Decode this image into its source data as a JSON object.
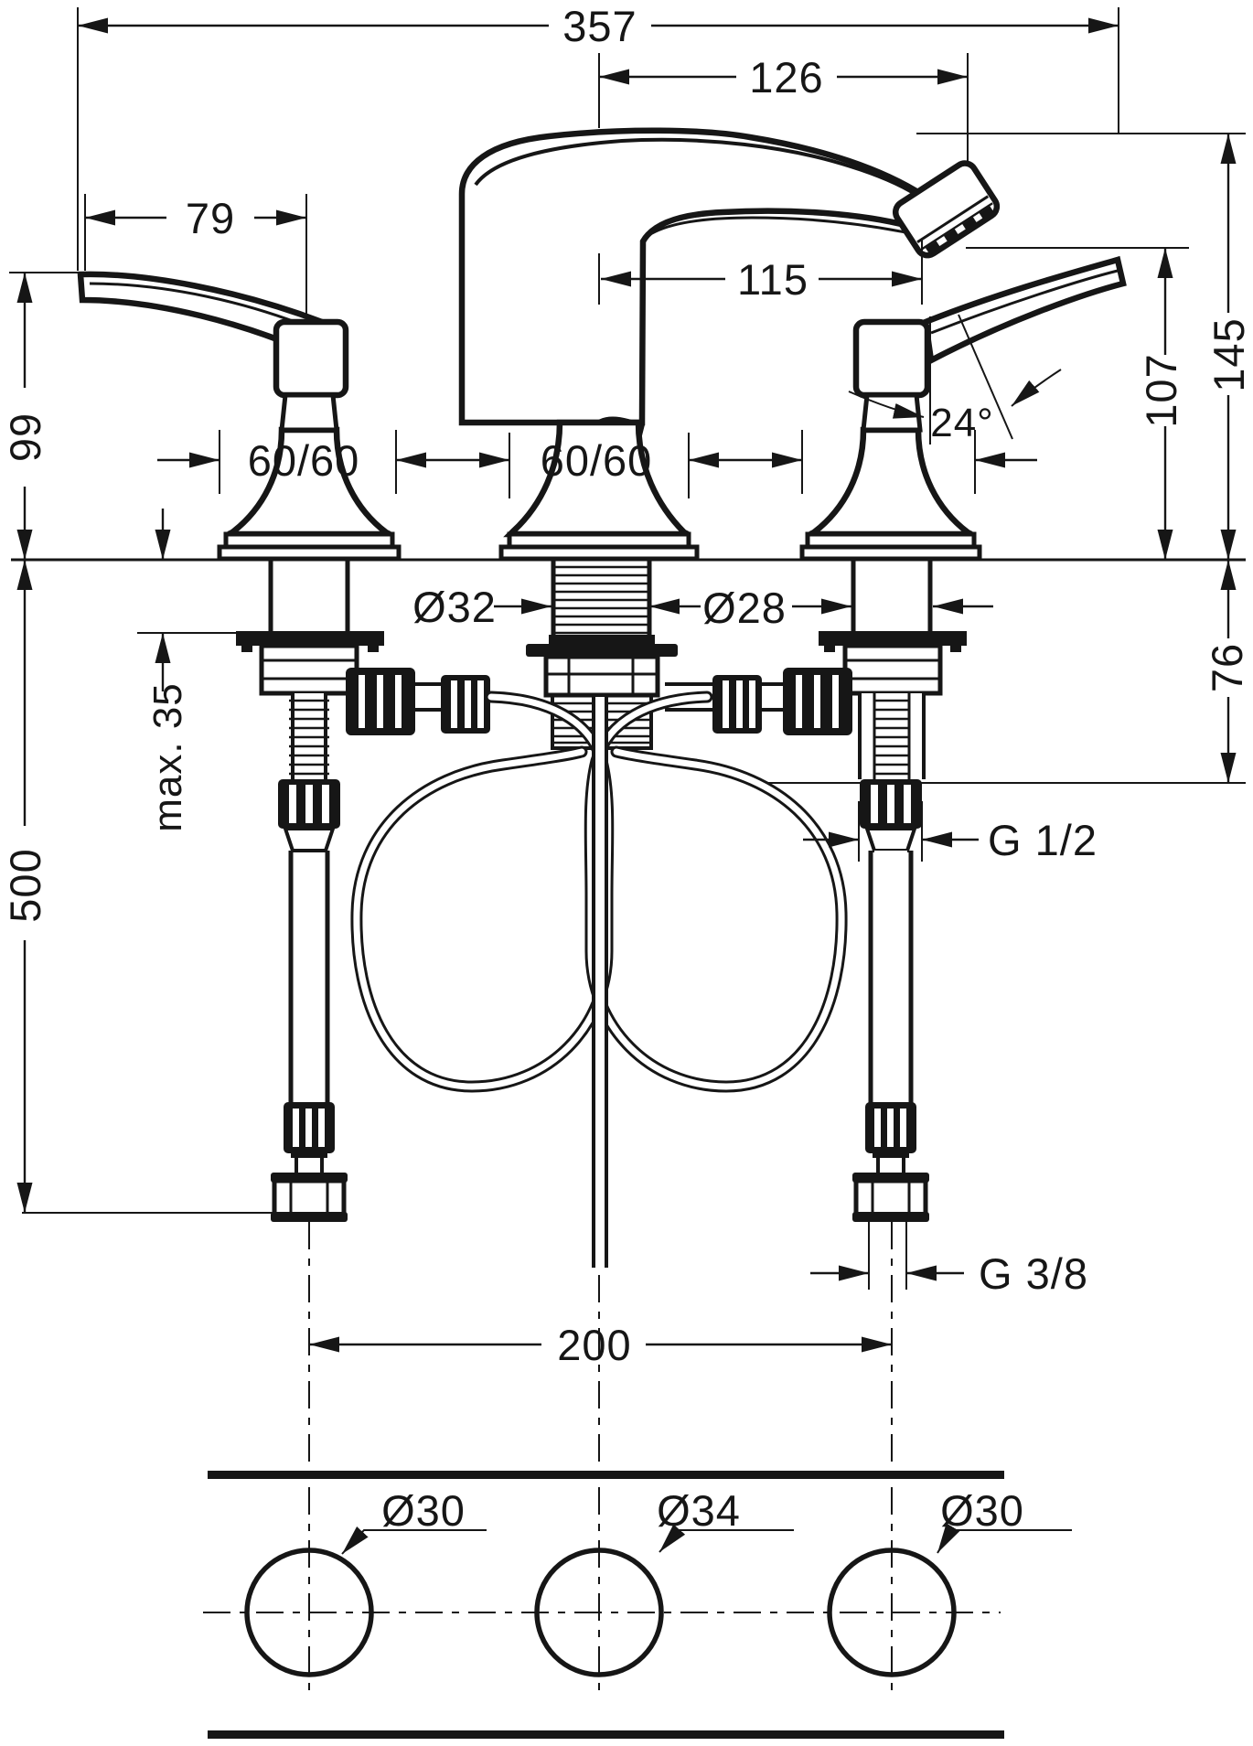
{
  "drawing": {
    "type": "technical-dimension-drawing",
    "subject": "3-hole basin mixer faucet installation drawing",
    "units": "mm",
    "line_color": "#161616",
    "background": "#ffffff"
  },
  "dims": {
    "overall_width": "357",
    "spout_projection_top": "126",
    "handle_length": "79",
    "spout_reach": "115",
    "handle_height": "99",
    "escutcheon_left": "60/60",
    "escutcheon_center": "60/60",
    "shank_diameter": "Ø32",
    "valve_diameter": "Ø28",
    "handle_angle": "24°",
    "outlet_height": "107",
    "total_height": "145",
    "clearance_below_deck": "76",
    "max_deck_thickness": "max. 35",
    "hose_length": "500",
    "connection_mid": "G 1/2",
    "connection_supply": "G 3/8",
    "hole_spacing": "200",
    "hole_dia_left": "Ø30",
    "hole_dia_center": "Ø34",
    "hole_dia_right": "Ø30"
  }
}
